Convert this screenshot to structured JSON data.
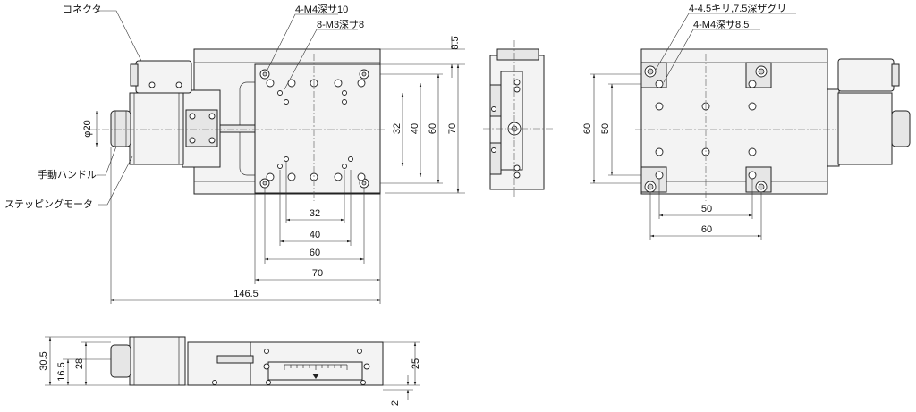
{
  "labels": {
    "connector": "コネクタ",
    "handle": "手動ハンドル",
    "motor": "ステッピングモータ",
    "holes_m4_10": "4-M4深サ10",
    "holes_m3_8": "8-M3深サ8",
    "holes_45_counterbore": "4-4.5キリ,7.5深ザグリ",
    "holes_m4_85": "4-M4深サ8.5"
  },
  "dims": {
    "d_8_5": "8.5",
    "d_phi20": "φ20",
    "d_32v": "32",
    "d_40v": "40",
    "d_60v": "60",
    "d_70v": "70",
    "d_32h": "32",
    "d_40h": "40",
    "d_60h": "60",
    "d_70h": "70",
    "d_146_5": "146.5",
    "r_60v": "60",
    "r_50v": "50",
    "r_50h": "50",
    "r_60h": "60",
    "s_30_5": "30.5",
    "s_16_5": "16.5",
    "s_28": "28",
    "s_25": "25",
    "s_2": "2"
  }
}
